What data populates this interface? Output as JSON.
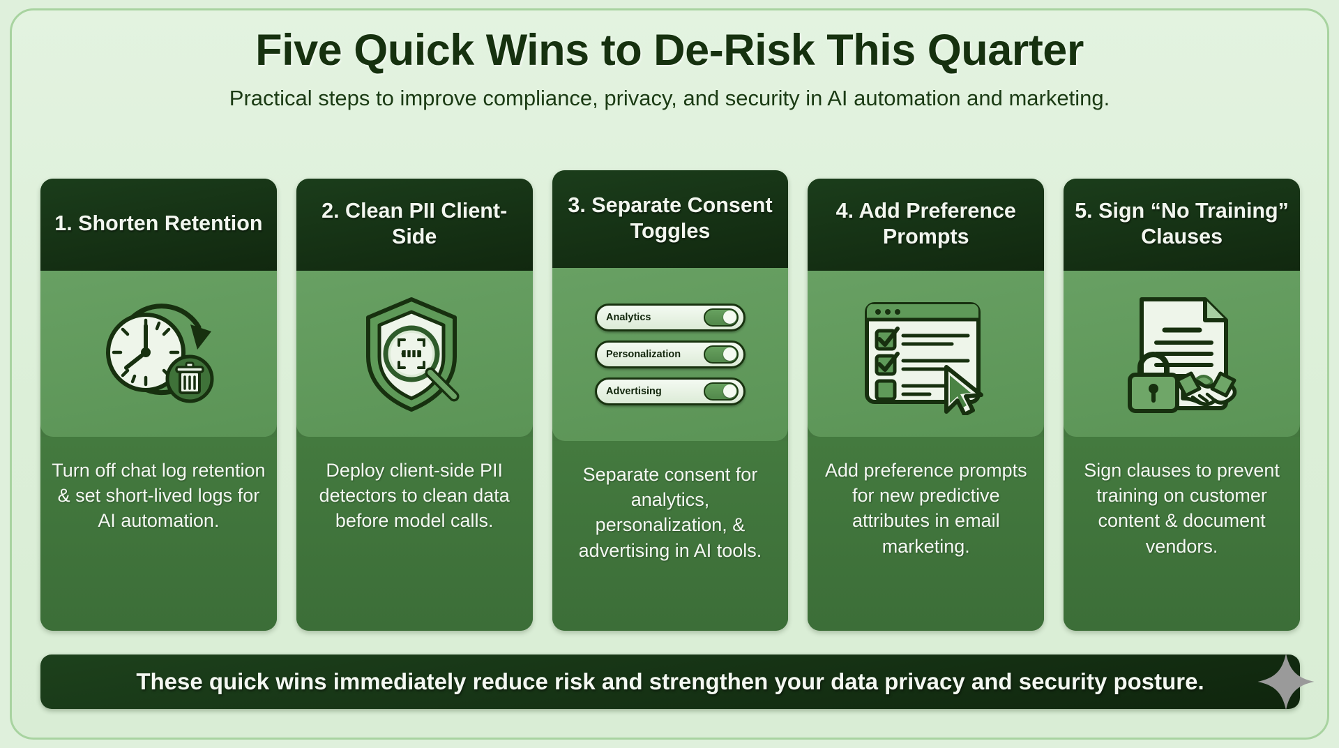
{
  "header": {
    "title": "Five Quick Wins to De-Risk This Quarter",
    "subtitle": "Practical steps to improve compliance, privacy, and security in AI automation and marketing."
  },
  "cards": [
    {
      "id": "shorten-retention",
      "title": "1. Shorten Retention",
      "icon": "clock-trash-icon",
      "body": "Turn off chat log retention & set short-lived logs for AI automation."
    },
    {
      "id": "clean-pii-client-side",
      "title": "2. Clean PII Client-Side",
      "icon": "shield-magnifier-icon",
      "body": "Deploy client-side PII detectors to clean data before model calls."
    },
    {
      "id": "separate-consent-toggles",
      "title": "3. Separate Consent Toggles",
      "icon": "consent-toggles-icon",
      "body": "Separate consent for analytics, personalization, & advertising in AI tools.",
      "toggles": [
        {
          "label": "Analytics",
          "state": "on"
        },
        {
          "label": "Personalization",
          "state": "on"
        },
        {
          "label": "Advertising",
          "state": "on"
        }
      ]
    },
    {
      "id": "add-preference-prompts",
      "title": "4. Add Preference Prompts",
      "icon": "checklist-cursor-icon",
      "body": "Add preference prompts for new predictive attributes in email marketing."
    },
    {
      "id": "sign-no-training-clauses",
      "title": "5. Sign “No Training” Clauses",
      "icon": "contract-lock-handshake-icon",
      "body": "Sign clauses to prevent training on customer content & document vendors."
    }
  ],
  "footer": {
    "text": "These quick wins immediately reduce risk and strengthen your data privacy and security posture.",
    "decoration": "sparkle-icon"
  },
  "colors": {
    "page_background": "#dff0dc",
    "frame_border": "#a8d3a0",
    "card_header": "#16310f",
    "card_icon_band": "#5b9456",
    "card_body": "#3f7239",
    "text_light": "#f4f8f2",
    "text_dark": "#16310f",
    "sparkle": "#9a9a9a"
  }
}
